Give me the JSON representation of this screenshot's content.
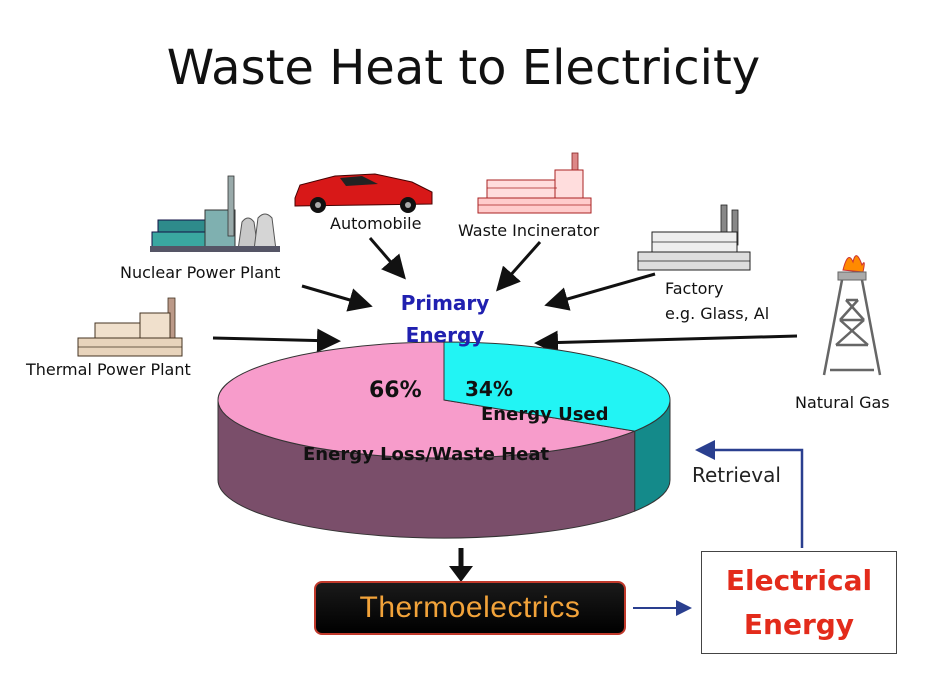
{
  "title": "Waste Heat to Electricity",
  "sources": {
    "automobile": "Automobile",
    "waste_incinerator": "Waste Incinerator",
    "nuclear": "Nuclear Power Plant",
    "factory_line1": "Factory",
    "factory_line2": "e.g. Glass, Al",
    "thermal": "Thermal Power Plant",
    "natural_gas": "Natural Gas"
  },
  "primary_energy": {
    "line1": "Primary",
    "line2": "Energy"
  },
  "pie": {
    "loss_pct": "66%",
    "used_pct": "34%",
    "loss_label": "Energy Loss/Waste Heat",
    "used_label": "Energy Used",
    "loss_value": 66,
    "used_value": 34,
    "loss_color": "#f79ccb",
    "used_color": "#22f4f4"
  },
  "thermoelectrics": "Thermoelectrics",
  "electrical_energy": {
    "line1": "Electrical",
    "line2": "Energy"
  },
  "retrieval": "Retrieval",
  "colors": {
    "primary_text": "#2020b0",
    "electrical_text": "#e32b1b",
    "thermo_text": "#f2a33a",
    "retrieval_arrow": "#2a3f8f"
  }
}
